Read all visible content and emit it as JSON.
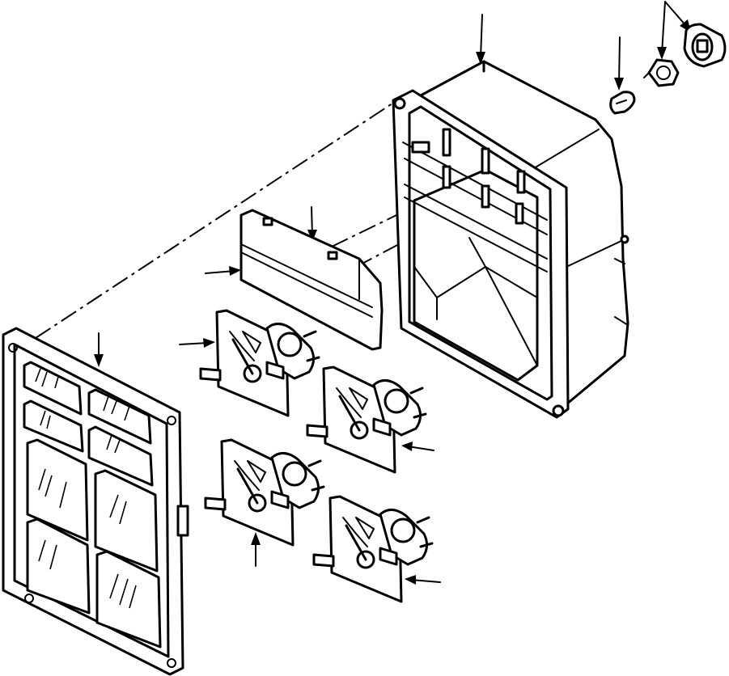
{
  "diagram": {
    "kind": "exploded-view",
    "colors": {
      "line": "#000000",
      "background": "#ffffff"
    },
    "parts": [
      {
        "id": "bezel",
        "icon": "gauge-bezel-icon"
      },
      {
        "id": "housing",
        "icon": "gauge-housing-icon"
      },
      {
        "id": "diffuser-plates",
        "icon": "light-diffuser-icon"
      },
      {
        "id": "bulb",
        "icon": "bulb-icon"
      },
      {
        "id": "bulb-socket",
        "icon": "bulb-socket-icon"
      },
      {
        "id": "socket-cap",
        "icon": "socket-cap-icon"
      },
      {
        "id": "gauge-top-left",
        "icon": "gauge-icon"
      },
      {
        "id": "gauge-mid-right",
        "icon": "gauge-icon"
      },
      {
        "id": "gauge-bottom-left",
        "icon": "gauge-icon"
      },
      {
        "id": "gauge-bottom-right",
        "icon": "gauge-icon"
      }
    ]
  }
}
